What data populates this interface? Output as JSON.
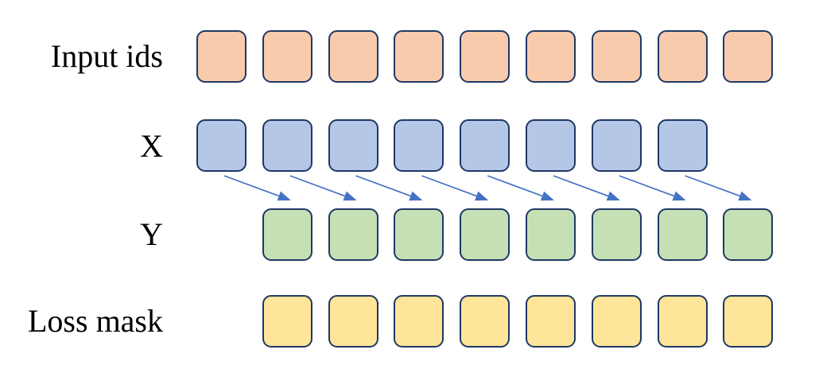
{
  "rows": [
    {
      "id": "input-ids",
      "label": "Input ids",
      "fill": "#F8CBAD",
      "count": 9,
      "start_col": 0
    },
    {
      "id": "x",
      "label": "X",
      "fill": "#B4C7E7",
      "count": 8,
      "start_col": 0
    },
    {
      "id": "y",
      "label": "Y",
      "fill": "#C5E0B4",
      "count": 8,
      "start_col": 1
    },
    {
      "id": "loss-mask",
      "label": "Loss mask",
      "fill": "#FFE599",
      "count": 8,
      "start_col": 1
    }
  ],
  "arrows": {
    "count": 8,
    "from_row": "x",
    "to_row": "y",
    "shift": 1,
    "color": "#4472C4"
  },
  "colors": {
    "box_border": "#1F3864",
    "background": "#FFFFFF",
    "label_text": "#000000"
  }
}
